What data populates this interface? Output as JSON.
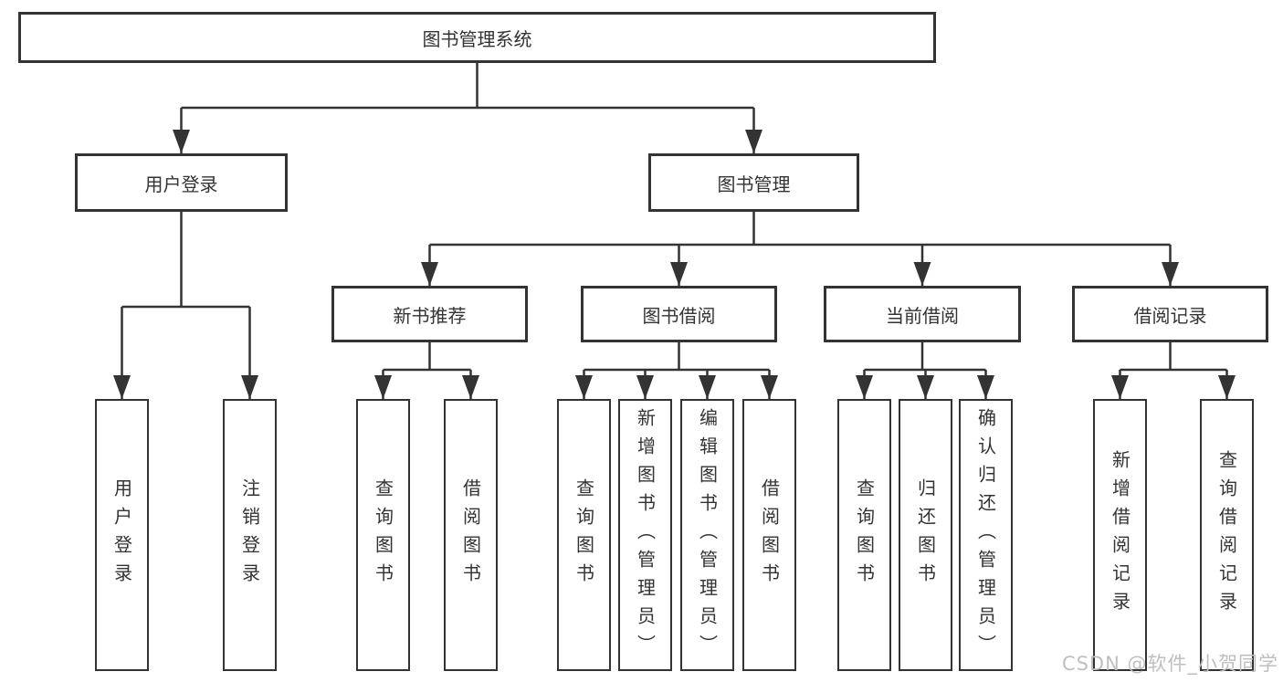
{
  "diagram": {
    "root": {
      "label": "图书管理系统",
      "children": [
        {
          "label": "用户登录",
          "children": [
            {
              "label": "用户登录"
            },
            {
              "label": "注销登录"
            }
          ]
        },
        {
          "label": "图书管理",
          "children": [
            {
              "label": "新书推荐",
              "children": [
                {
                  "label": "查询图书"
                },
                {
                  "label": "借阅图书"
                }
              ]
            },
            {
              "label": "图书借阅",
              "children": [
                {
                  "label": "查询图书"
                },
                {
                  "label": "新增图书（管理员）"
                },
                {
                  "label": "编辑图书（管理员）"
                },
                {
                  "label": "借阅图书"
                }
              ]
            },
            {
              "label": "当前借阅",
              "children": [
                {
                  "label": "查询图书"
                },
                {
                  "label": "归还图书"
                },
                {
                  "label": "确认归还（管理员）"
                }
              ]
            },
            {
              "label": "借阅记录",
              "children": [
                {
                  "label": "新增借阅记录"
                },
                {
                  "label": "查询借阅记录"
                }
              ]
            }
          ]
        }
      ]
    }
  },
  "watermark": {
    "text": "CSDN @软件_小贺同学"
  },
  "colors": {
    "line": "#333333",
    "box_border": "#333333",
    "text": "#333333",
    "watermark": "#bfbfbf",
    "background": "#ffffff"
  }
}
